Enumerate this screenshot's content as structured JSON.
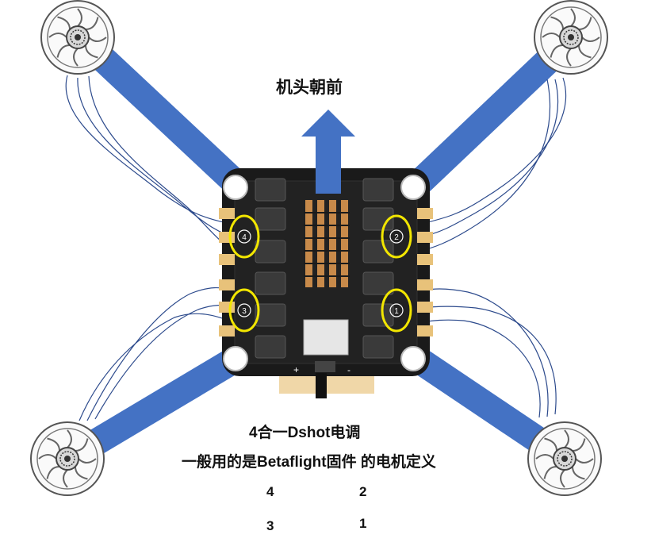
{
  "heading": "机头朝前",
  "caption": {
    "line1": "4合一Dshot电调",
    "line2": "一般用的是Betaflight固件 的电机定义"
  },
  "motor_order": {
    "top_left": "4",
    "top_right": "2",
    "bottom_left": "3",
    "bottom_right": "1"
  },
  "board_markings": {
    "pad_labels": [
      "4",
      "2",
      "3",
      "1"
    ],
    "plus": "+",
    "minus": "-"
  },
  "colors": {
    "arm": "#4472C4",
    "board": "#1a1a1a",
    "pad": "#e8c27a",
    "highlight": "#f2e600",
    "wire": "#2c4a8c"
  }
}
